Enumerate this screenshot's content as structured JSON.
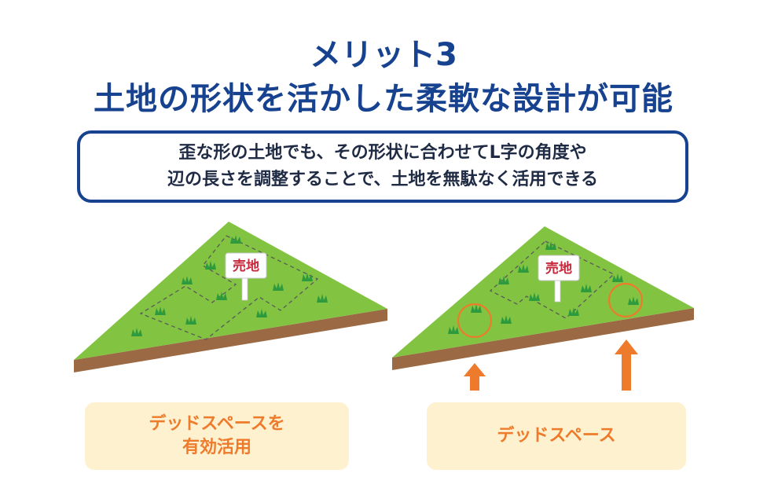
{
  "title": {
    "line1": "メリット3",
    "line2": "土地の形状を活かした柔軟な設計が可能"
  },
  "description": {
    "line1": "歪な形の土地でも、その形状に合わせてL字の角度や",
    "line2": "辺の長さを調整することで、土地を無駄なく活用できる"
  },
  "left_panel": {
    "sign": "売地",
    "label_line1": "デッドスペースを",
    "label_line2": "有効活用"
  },
  "right_panel": {
    "sign": "売地",
    "label": "デッドスペース"
  },
  "colors": {
    "title": "#17428f",
    "grass": "#82c341",
    "soil": "#9b6a44",
    "accent": "#ee7b2b",
    "label_bg": "#fdf1d0",
    "sign_text": "#c6283c"
  }
}
